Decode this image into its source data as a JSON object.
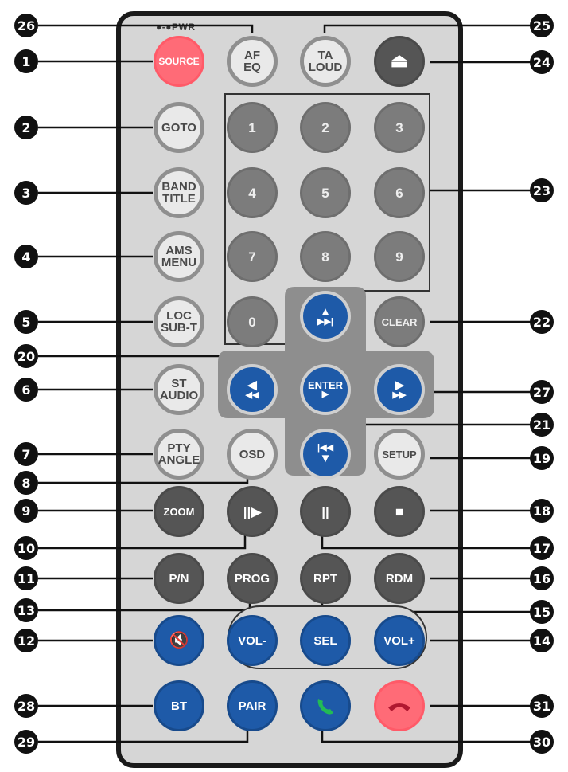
{
  "pwr_label": "●-●PWR",
  "buttons": {
    "source": "SOURCE",
    "af_eq": [
      "AF",
      "EQ"
    ],
    "ta_loud": [
      "TA",
      "LOUD"
    ],
    "eject": "⏏",
    "goto": "GOTO",
    "band_title": [
      "BAND",
      "TITLE"
    ],
    "ams_menu": [
      "AMS",
      "MENU"
    ],
    "loc_subt": [
      "LOC",
      "SUB-T"
    ],
    "st_audio": [
      "ST",
      "AUDIO"
    ],
    "pty_angle": [
      "PTY",
      "ANGLE"
    ],
    "digits": [
      "1",
      "2",
      "3",
      "4",
      "5",
      "6",
      "7",
      "8",
      "9",
      "0"
    ],
    "clear": "CLEAR",
    "up": [
      "▲",
      "▶▶|"
    ],
    "left": [
      "◀",
      "◀◀"
    ],
    "enter": [
      "ENTER",
      "▶"
    ],
    "right": [
      "▶",
      "▶▶"
    ],
    "down": [
      "|◀◀",
      "▼"
    ],
    "osd": "OSD",
    "setup": "SETUP",
    "zoom": "ZOOM",
    "step_play": "||▶",
    "pause": "||",
    "stop": "■",
    "pn": "P/N",
    "prog": "PROG",
    "rpt": "RPT",
    "rdm": "RDM",
    "mute": "🔇",
    "vol_minus": "VOL-",
    "sel": "SEL",
    "vol_plus": "VOL+",
    "bt": "BT",
    "pair": "PAIR",
    "call_answer": "📞",
    "call_end": "☎"
  },
  "callouts": {
    "c1": "1",
    "c2": "2",
    "c3": "3",
    "c4": "4",
    "c5": "5",
    "c6": "6",
    "c7": "7",
    "c8": "8",
    "c9": "9",
    "c10": "10",
    "c11": "11",
    "c12": "12",
    "c13": "13",
    "c14": "14",
    "c15": "15",
    "c16": "16",
    "c17": "17",
    "c18": "18",
    "c19": "19",
    "c20": "20",
    "c21": "21",
    "c22": "22",
    "c23": "23",
    "c24": "24",
    "c25": "25",
    "c26": "26",
    "c27": "27",
    "c28": "28",
    "c29": "29",
    "c30": "30",
    "c31": "31"
  },
  "colors": {
    "source_red": "#ff6b77",
    "blue": "#1e5aa8",
    "gray_keypad": "#7c7c7c",
    "dark": "#555555"
  }
}
